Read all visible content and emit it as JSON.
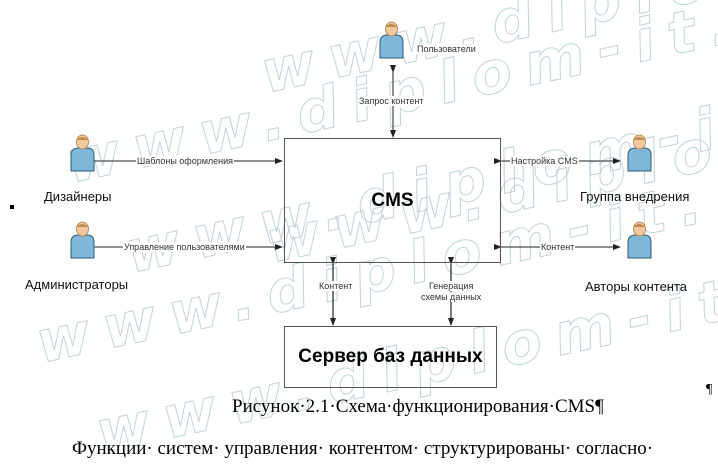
{
  "watermark": {
    "text": "www.diplom-it.ru",
    "color": "#b9cfd6"
  },
  "diagram": {
    "center_box": {
      "label": "CMS"
    },
    "db_box": {
      "label": "Сервер баз данных"
    },
    "actors": [
      {
        "id": "users",
        "name": "Пользователи",
        "flow": "Запрос контент"
      },
      {
        "id": "designers",
        "name": "Дизайнеры",
        "flow": "Шаблоны оформления"
      },
      {
        "id": "admins",
        "name": "Администраторы",
        "flow": "Управление пользователями"
      },
      {
        "id": "implementation",
        "name": "Группа внедрения",
        "flow": "Настройка CMS"
      },
      {
        "id": "authors",
        "name": "Авторы контента",
        "flow": "Контент"
      }
    ],
    "db_flows": [
      {
        "label": "Контент"
      },
      {
        "label_line1": "Генерация",
        "label_line2": "схемы данных"
      }
    ]
  },
  "document": {
    "caption": "Рисунок·2.1·Схема·функционирования·CMS¶",
    "paragraph_start": "Функции· систем· управления· контентом· структурированы· согласно·",
    "pilcrow": "¶"
  },
  "colors": {
    "box_border": "#555555",
    "arrow": "#222222",
    "actor_body": "#7fb6d9",
    "actor_head": "#f1c9a1"
  }
}
